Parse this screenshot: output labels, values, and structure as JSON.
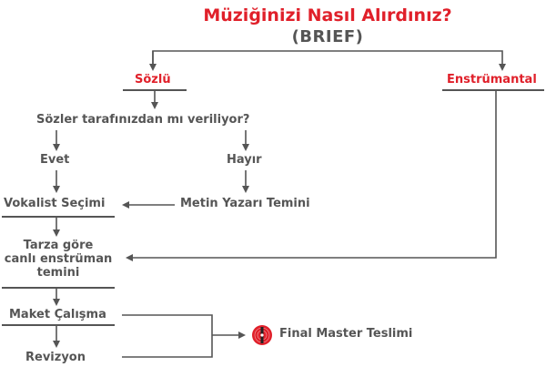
{
  "title": "Müziğinizi Nasıl Alırdınız?",
  "subtitle": "(BRIEF)",
  "nodes": {
    "sozlu": "Sözlü",
    "enstrumantal": "Enstrümantal",
    "question": "Sözler tarafınızdan mı veriliyor?",
    "evet": "Evet",
    "hayir": "Hayır",
    "vokalist": "Vokalist Seçimi",
    "metin_yazari": "Metin Yazarı Temini",
    "tarza_gore": [
      "Tarza göre",
      "canlı enstrüman",
      "temini"
    ],
    "maket": "Maket Çalışma",
    "revizyon": "Revizyon",
    "final": "Final Master Teslimi"
  },
  "colors": {
    "accent": "#e0202a",
    "text": "#555555",
    "line": "#555555"
  },
  "icons": {
    "final": "vinyl-record-icon"
  }
}
